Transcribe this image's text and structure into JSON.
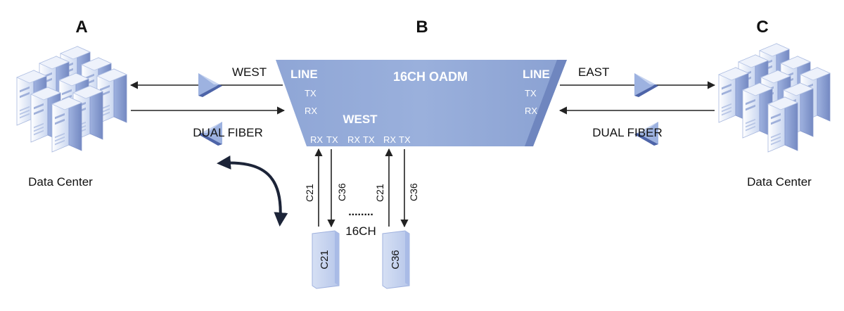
{
  "nodes": {
    "a": {
      "letter": "A",
      "caption": "Data Center"
    },
    "b": {
      "letter": "B"
    },
    "c": {
      "letter": "C",
      "caption": "Data Center"
    }
  },
  "oadm": {
    "title": "16CH OADM",
    "left_line": "LINE",
    "right_line": "LINE",
    "left_tx": "TX",
    "left_rx": "RX",
    "right_tx": "TX",
    "right_rx": "RX",
    "west": "WEST",
    "ports": [
      "RX",
      "TX",
      "RX",
      "TX",
      "RX",
      "TX"
    ]
  },
  "links": {
    "west_label": "WEST",
    "east_label": "EAST",
    "left_fiber": "DUAL FIBER",
    "right_fiber": "DUAL FIBER"
  },
  "channels": {
    "first_rx_label": "C21",
    "first_tx_label": "C36",
    "second_rx_label": "C21",
    "second_tx_label": "C36",
    "dots": "........",
    "count_label": "16CH",
    "module_1": "C21",
    "module_2": "C36"
  },
  "colors": {
    "oadm_fill": "#93aad8",
    "server_light": "#e8eef9",
    "server_mid": "#b4c3e6",
    "server_dark": "#7f95c9",
    "arrow": "#222222",
    "curved_arrow": "#1c2438"
  }
}
